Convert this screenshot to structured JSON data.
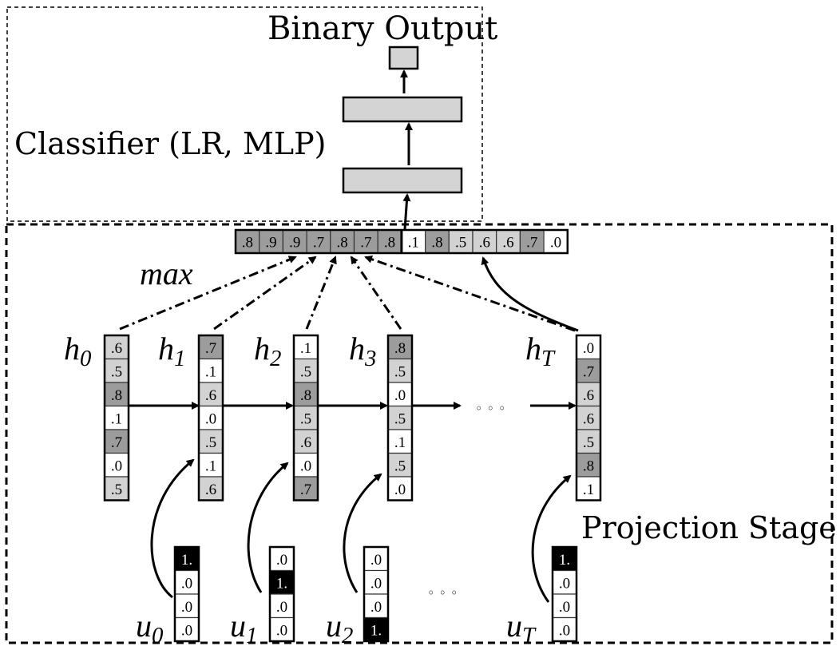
{
  "labels": {
    "binary_output": "Binary Output",
    "classifier": "Classifier (LR, MLP)",
    "projection_stage": "Projection Stage",
    "max": "max",
    "ellipsis": "◦ ◦ ◦"
  },
  "pooled_vector": [
    ".8",
    ".9",
    ".9",
    ".7",
    ".8",
    ".7",
    ".8",
    ".1",
    ".8",
    ".5",
    ".6",
    ".6",
    ".7",
    ".0"
  ],
  "hidden_states": [
    {
      "name": "h",
      "sub": "0",
      "cells": [
        ".6",
        ".5",
        ".8",
        ".1",
        ".7",
        ".0",
        ".5"
      ]
    },
    {
      "name": "h",
      "sub": "1",
      "cells": [
        ".7",
        ".1",
        ".6",
        ".0",
        ".5",
        ".1",
        ".6"
      ]
    },
    {
      "name": "h",
      "sub": "2",
      "cells": [
        ".1",
        ".5",
        ".8",
        ".5",
        ".6",
        ".0",
        ".7"
      ]
    },
    {
      "name": "h",
      "sub": "3",
      "cells": [
        ".8",
        ".5",
        ".0",
        ".5",
        ".1",
        ".5",
        ".0"
      ]
    },
    {
      "name": "h",
      "sub": "T",
      "cells": [
        ".0",
        ".7",
        ".6",
        ".6",
        ".5",
        ".8",
        ".1"
      ]
    }
  ],
  "inputs": [
    {
      "name": "u",
      "sub": "0",
      "cells": [
        "1.",
        ".0",
        ".0",
        ".0"
      ]
    },
    {
      "name": "u",
      "sub": "1",
      "cells": [
        ".0",
        "1.",
        ".0",
        ".0"
      ]
    },
    {
      "name": "u",
      "sub": "2",
      "cells": [
        ".0",
        ".0",
        ".0",
        "1."
      ]
    },
    {
      "name": "u",
      "sub": "T",
      "cells": [
        "1.",
        ".0",
        ".0",
        ".0"
      ]
    }
  ]
}
